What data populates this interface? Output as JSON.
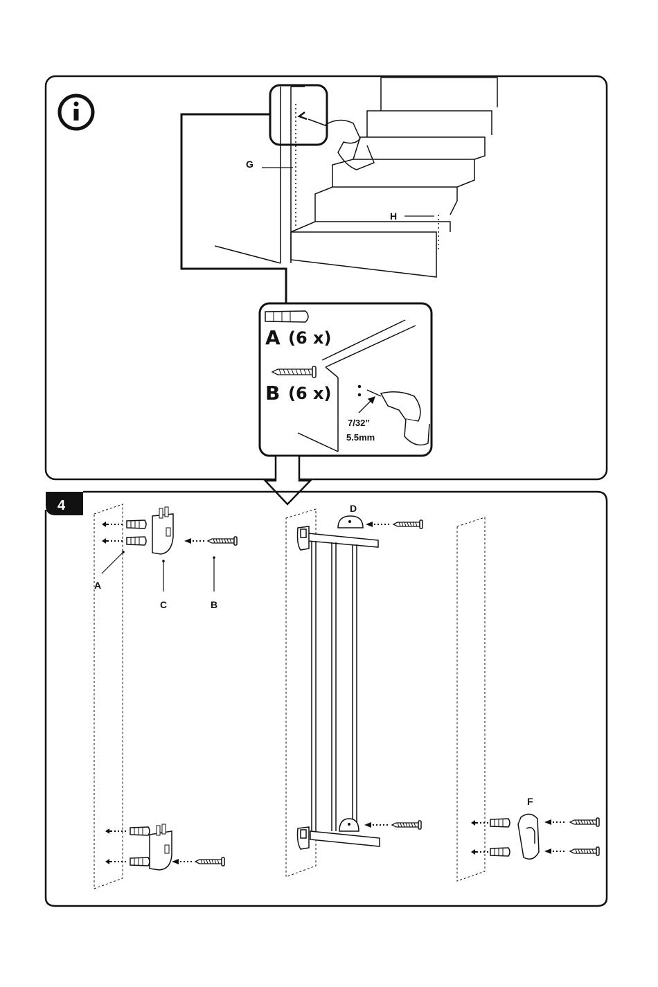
{
  "info_panel": {
    "info_icon": "info-icon",
    "labels": {
      "g": "G",
      "h": "H"
    },
    "inset": {
      "anchor_name": "A",
      "anchor_qty": "(6 x)",
      "screw_name": "B",
      "screw_qty": "(6 x)",
      "drill_size_imperial": "7/32”",
      "drill_size_metric": "5.5mm"
    }
  },
  "step_panel": {
    "step_number": "4",
    "labels": {
      "a": "A",
      "b": "B",
      "c": "C",
      "d": "D",
      "f": "F"
    }
  }
}
